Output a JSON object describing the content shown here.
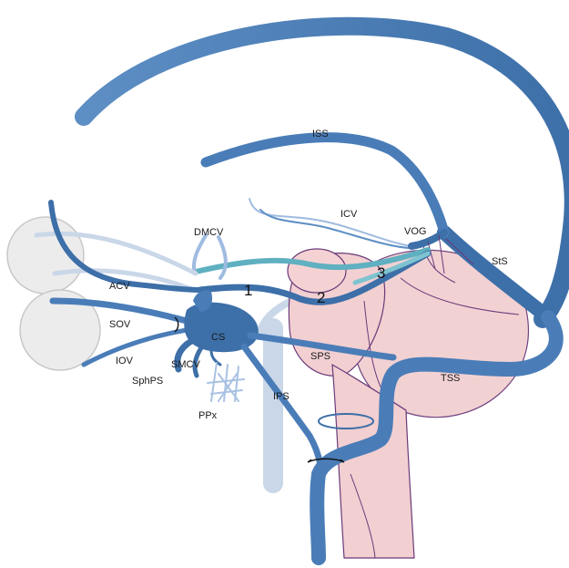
{
  "labels": {
    "iss": "ISS",
    "icv": "ICV",
    "vog": "VOG",
    "sts": "StS",
    "dmcv": "DMCV",
    "acv": "ACV",
    "sov": "SOV",
    "iov": "IOV",
    "cs": "CS",
    "smcv": "SMCV",
    "sphps": "SphPS",
    "sps": "SPS",
    "ips": "IPS",
    "tss": "TSS",
    "ppx": "PPx"
  },
  "numbers": {
    "n1": "1",
    "n2": "2",
    "n3": "3"
  },
  "colors": {
    "vein_dark": "#3d6fa8",
    "vein_mid": "#5d8ec4",
    "vein_light": "#9fbbe0",
    "vein_ghost": "#c9d7e8",
    "teal": "#5fb0c0",
    "brain_pink": "#f2cfd1",
    "brain_outline": "#6a3a7a",
    "eye_fill": "#ececec",
    "eye_stroke": "#c8c8c8"
  }
}
